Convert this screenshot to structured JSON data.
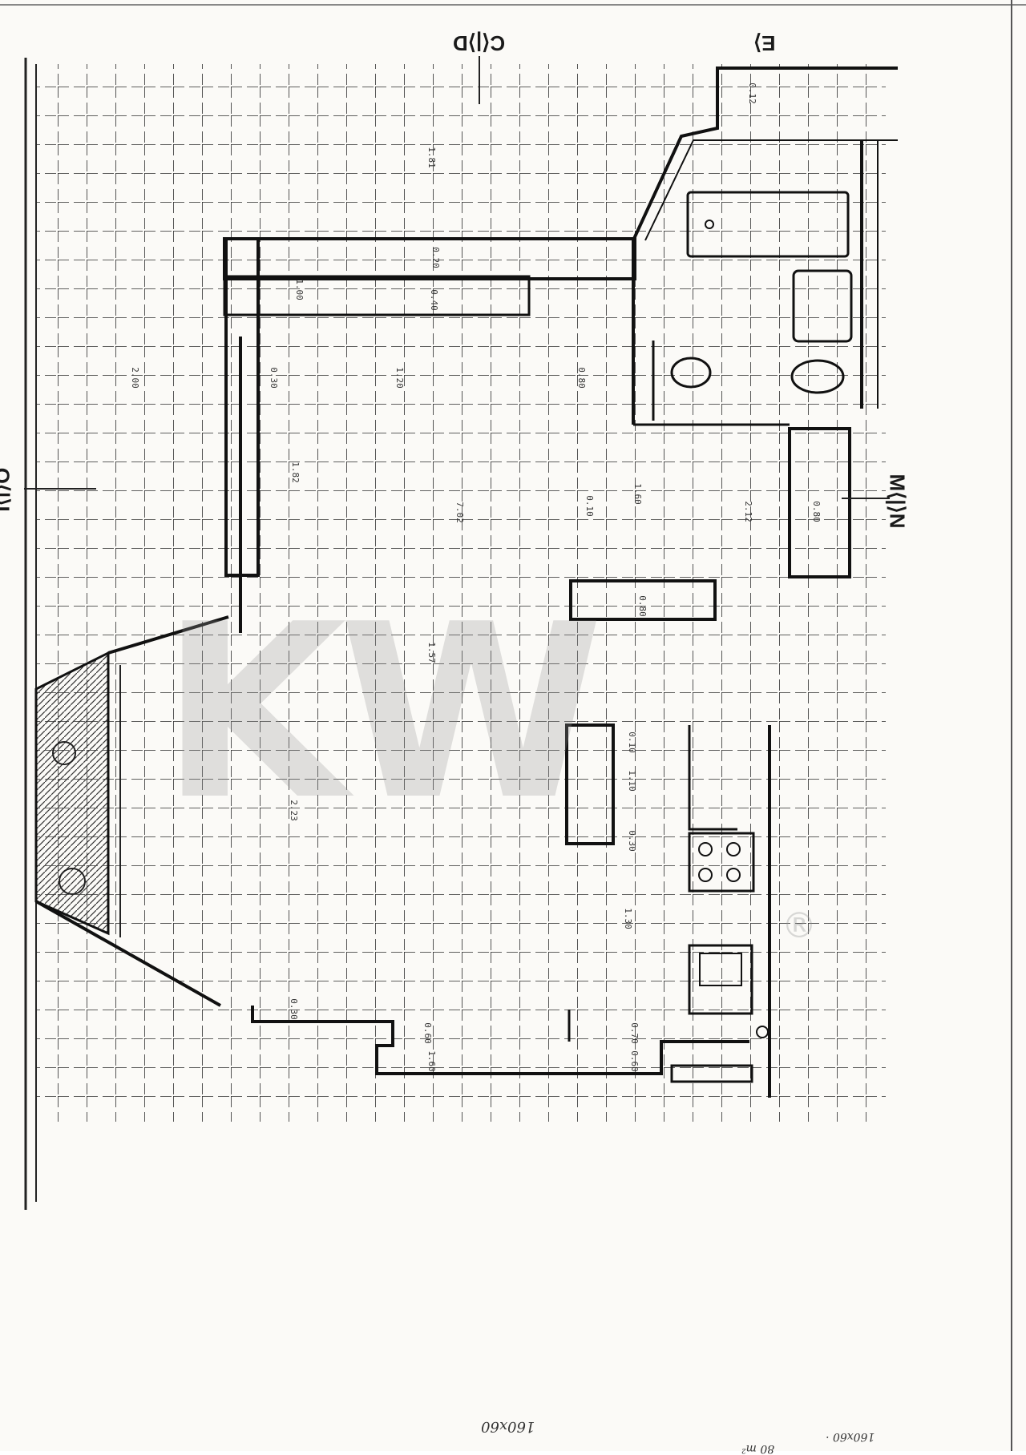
{
  "section_marks": {
    "top_center": "C⟨|⟩D",
    "top_right": "E⟩",
    "left_mid": "O⟨|⟩L",
    "right_mid": "M⟨|⟩N"
  },
  "dimensions": [
    "0.12",
    "1.81",
    "0.20",
    "1.00",
    "0.40",
    "2.00",
    "1.20",
    "0.80",
    "1.82",
    "0.30",
    "7.02",
    "0.10",
    "1.60",
    "2.12",
    "0.80",
    "0.80",
    "2.23",
    "0.30",
    "0.60",
    "1.60",
    "1.57",
    "0.10",
    "1.10",
    "0.30",
    "1.30",
    "0.70",
    "0.60"
  ],
  "handwritten_notes": {
    "note_1": "160x60",
    "note_2": "160x60 ·",
    "note_3": "80 m²"
  },
  "watermark": {
    "text": "KW",
    "registered": "®"
  }
}
